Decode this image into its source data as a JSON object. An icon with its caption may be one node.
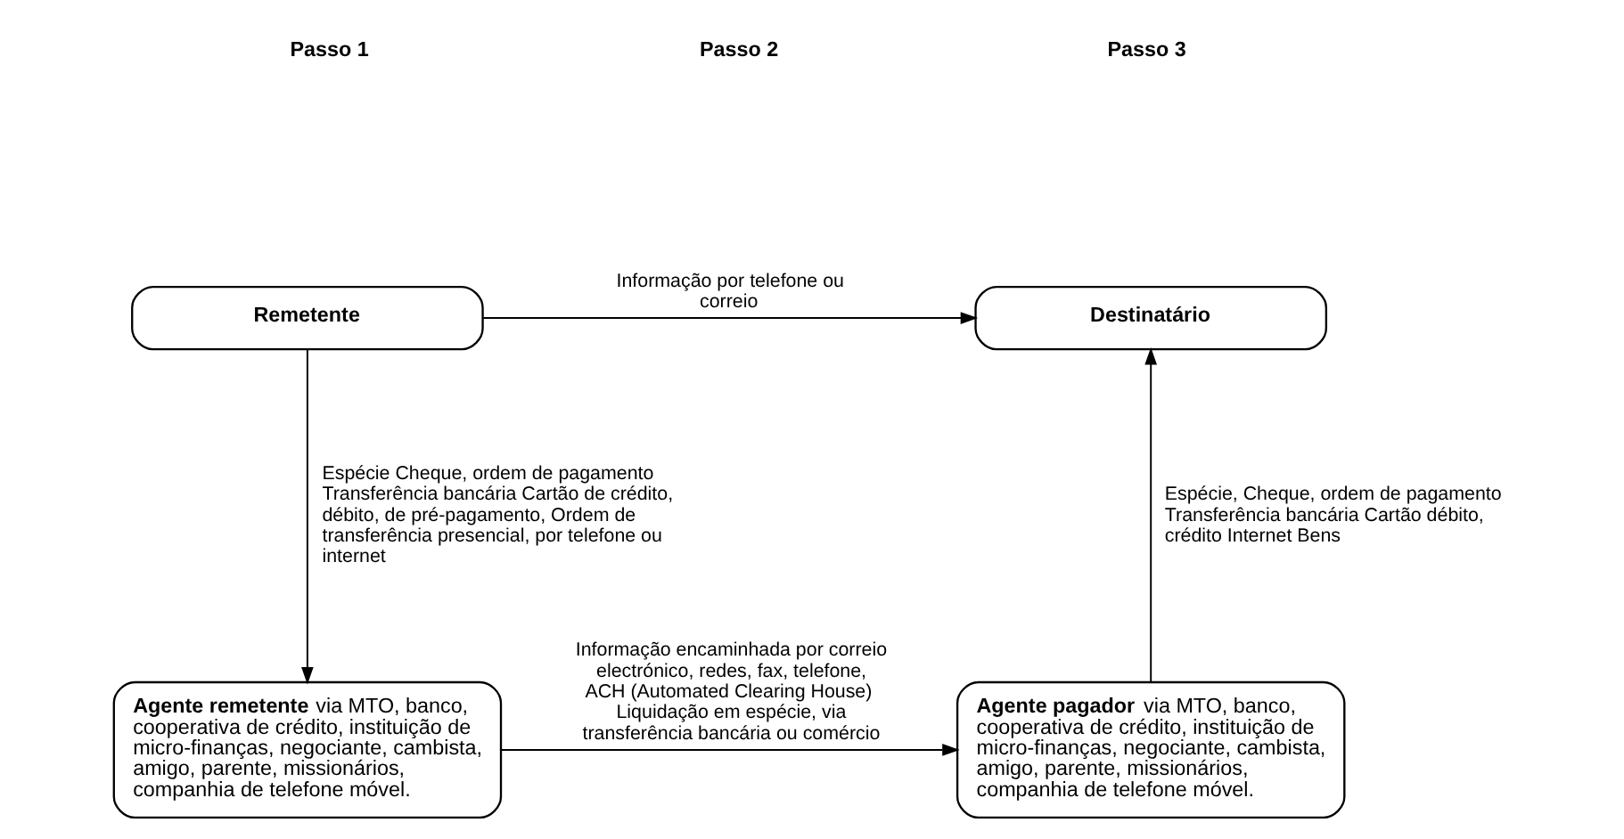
{
  "diagram": {
    "nodes": [
      {
        "text": [
          "Remetente"
        ]
      },
      {
        "text": [
          "Destinatário"
        ]
      },
      {
        "text": [
          "**Agente remetente** via MTO, banco, cooperativa de crédito, instituição de micro-finanças, negociante, cambista, amigo, parente, missionários, companhia de telefone móvel."
        ]
      },
      {
        "text": [
          "**Agente pagador** via MTO, banco, cooperativa de crédito, instituição de micro-finanças, negociante, cambista, amigo, parente, missionários, companhia de telefone móvel."
        ]
      }
    ],
    "edges": [
      {
        "from": 0,
        "to": 1,
        "arrow": "to",
        "label": "Informação por telefone ou correio"
      },
      {
        "from": 0,
        "to": 2,
        "arrow": "to",
        "label": "Espécie Cheque, ordem de pagamento Transferência bancária Cartão de crédito, débito, de pré-pagamento, Ordem de transferência presencial, por telefone ou internet"
      },
      {
        "from": 3,
        "to": 1,
        "arrow": "to",
        "label": "Espécie, Cheque, ordem de pagamento Transferência bancária Cartão débito, crédito Internet Bens"
      },
      {
        "from": 2,
        "to": 3,
        "arrow": "to",
        "label": "Informação encaminhada por correio electrónico, redes, fax, telefone, ACH (Automated Clearing House) Liquidação em espécie, via transferência bancária ou comércio"
      }
    ],
    "labels": [
      "Passo 1",
      "Passo 2",
      "Passo 3"
    ]
  }
}
